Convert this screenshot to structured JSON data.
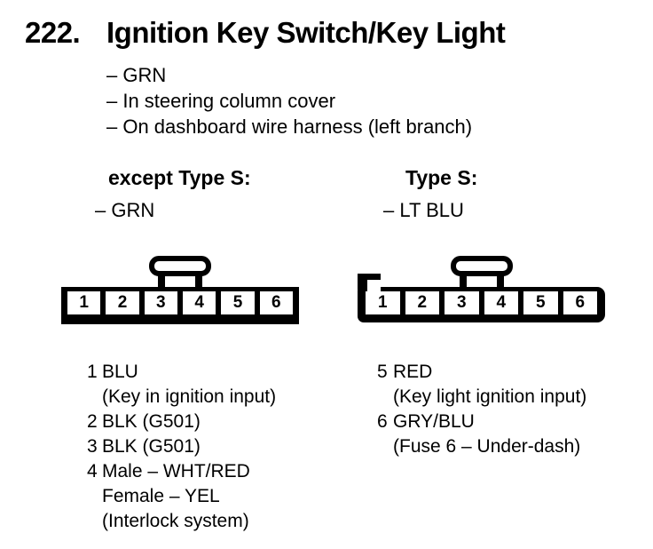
{
  "header": {
    "section_number": "222.",
    "title": "Ignition Key Switch/Key Light"
  },
  "attributes": [
    "– GRN",
    "– In steering column cover",
    "– On dashboard wire harness (left branch)"
  ],
  "variants": {
    "left": {
      "heading": "except Type S:",
      "wire_color": "– GRN"
    },
    "right": {
      "heading": "Type S:",
      "wire_color": "– LT BLU"
    }
  },
  "connectors": {
    "left": {
      "pins": [
        "1",
        "2",
        "3",
        "4",
        "5",
        "6"
      ]
    },
    "right": {
      "pins": [
        "1",
        "2",
        "3",
        "4",
        "5",
        "6"
      ]
    }
  },
  "pin_descriptions": {
    "left": [
      {
        "pin": "1",
        "text": "BLU"
      },
      {
        "pin": "",
        "text": "(Key in ignition input)"
      },
      {
        "pin": "2",
        "text": "BLK (G501)"
      },
      {
        "pin": "3",
        "text": "BLK (G501)"
      },
      {
        "pin": "4",
        "text": "Male – WHT/RED"
      },
      {
        "pin": "",
        "text": "Female – YEL"
      },
      {
        "pin": "",
        "text": "(Interlock system)"
      }
    ],
    "right": [
      {
        "pin": "5",
        "text": "RED"
      },
      {
        "pin": "",
        "text": "(Key light ignition input)"
      },
      {
        "pin": "6",
        "text": "GRY/BLU"
      },
      {
        "pin": "",
        "text": "(Fuse 6 – Under-dash)"
      }
    ]
  },
  "colors": {
    "ink": "#000000",
    "paper": "#ffffff"
  }
}
